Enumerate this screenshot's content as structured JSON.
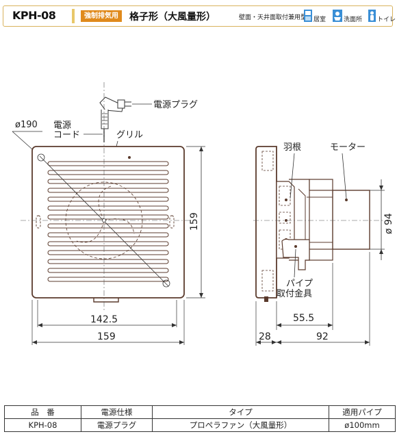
{
  "header": {
    "model": "KPH-08",
    "badge": "強制排気用",
    "type_name": "格子形（大風量形）",
    "mount": "壁面・天井面取付兼用型",
    "places": [
      {
        "label": "居室",
        "icon": "room-icon",
        "color": "#3a8fd6"
      },
      {
        "label": "洗面所",
        "icon": "washroom-icon",
        "color": "#3a8fd6"
      },
      {
        "label": "トイレ",
        "icon": "toilet-icon",
        "color": "#3a8fd6"
      }
    ],
    "accent": "#d9b25c",
    "badge_color": "#e08a1c"
  },
  "drawing": {
    "labels": {
      "plug": "電源プラグ",
      "cord_line1": "電源",
      "cord_line2": "コード",
      "grill": "グリル",
      "blade": "羽根",
      "motor": "モーター",
      "pipe_line1": "パイプ",
      "pipe_line2": "取付金具"
    },
    "dims": {
      "diameter": "ø190",
      "height": "159",
      "inner_width": "142.5",
      "width": "159",
      "pipe_dia": "ø 94",
      "pipe_depth": "55.5",
      "front_depth": "28",
      "back_depth": "92"
    },
    "body_color": "#5a3a2c"
  },
  "spec_table": {
    "headers": [
      "品　番",
      "電源仕様",
      "タイプ",
      "適用パイプ"
    ],
    "rows": [
      [
        "KPH-08",
        "電源プラグ",
        "プロペラファン（大風量形）",
        "ø100mm"
      ]
    ]
  }
}
